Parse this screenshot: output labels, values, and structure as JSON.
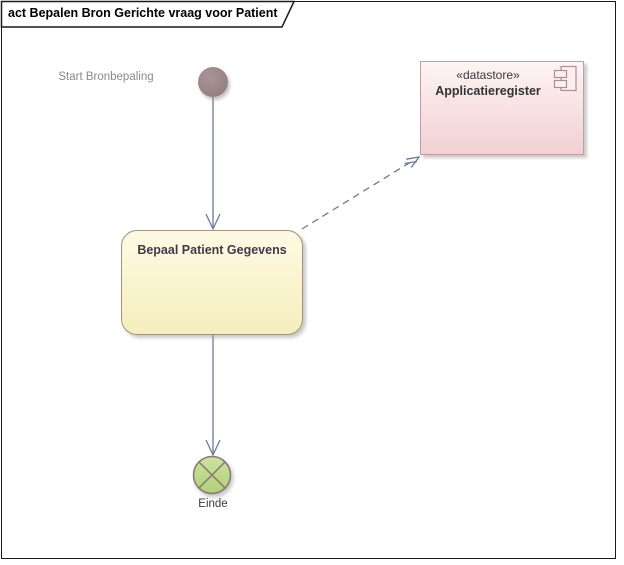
{
  "frame": {
    "title": "act Bepalen Bron Gerichte vraag voor Patient"
  },
  "nodes": {
    "start": {
      "type": "initial-node",
      "label": "Start Bronbepaling"
    },
    "activity": {
      "type": "action",
      "label": "Bepaal Patient Gegevens"
    },
    "datastore": {
      "type": "component",
      "stereotype": "«datastore»",
      "name": "Applicatieregister"
    },
    "end": {
      "type": "flow-final-node",
      "label": "Einde"
    }
  },
  "edges": [
    {
      "from": "start",
      "to": "activity",
      "style": "solid",
      "arrowhead": "open"
    },
    {
      "from": "activity",
      "to": "datastore",
      "style": "dashed",
      "arrowhead": "open"
    },
    {
      "from": "activity",
      "to": "end",
      "style": "solid",
      "arrowhead": "open"
    }
  ],
  "colors": {
    "frame_border": "#1b1b1b",
    "connector": "#6b7a9f",
    "start_fill": "#9a8686",
    "activity_fill_top": "#fdfae4",
    "activity_fill_bottom": "#f5eebc",
    "activity_border": "#a5907f",
    "datastore_fill_top": "#fdf4f4",
    "datastore_fill_bottom": "#f1d0d4",
    "datastore_border": "#c49da2",
    "end_fill": "#bcd88c",
    "end_border": "#8a7570"
  }
}
